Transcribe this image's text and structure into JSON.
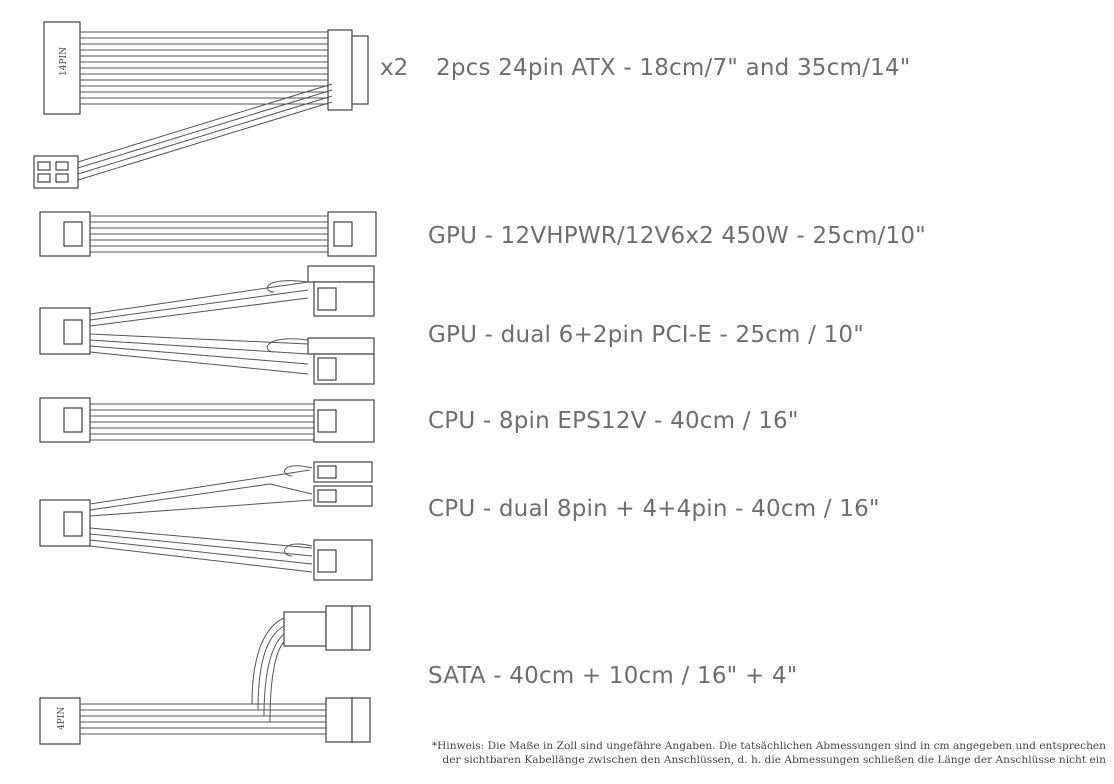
{
  "connector_labels": {
    "pin14": "14PIN",
    "pin4": "4PIN"
  },
  "multiplier": "x2",
  "cables": [
    {
      "id": "atx",
      "label": "2pcs 24pin ATX - 18cm/7\" and 35cm/14\""
    },
    {
      "id": "gpu-12vhpwr",
      "label": "GPU - 12VHPWR/12V6x2 450W - 25cm/10\""
    },
    {
      "id": "gpu-pcie",
      "label": "GPU - dual 6+2pin PCI-E - 25cm / 10\""
    },
    {
      "id": "cpu-eps",
      "label": "CPU - 8pin EPS12V - 40cm / 16\""
    },
    {
      "id": "cpu-dual",
      "label": "CPU - dual 8pin + 4+4pin - 40cm / 16\""
    },
    {
      "id": "sata",
      "label": "SATA - 40cm + 10cm / 16\" + 4\""
    }
  ],
  "note": {
    "line1": "*Hinweis: Die Maße in Zoll sind ungefähre Angaben. Die tatsächlichen Abmessungen sind in cm angegeben und entsprechen",
    "line2": "der sichtbaren Kabellänge zwischen den Anschlüssen, d. h. die Abmessungen schließen die Länge der Anschlüsse nicht ein"
  }
}
